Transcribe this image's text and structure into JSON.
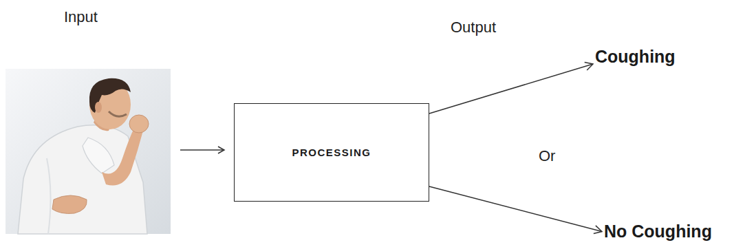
{
  "diagram": {
    "nodes": [
      {
        "text": [
          "PROCESSING"
        ]
      },
      {
        "text": [
          "Coughing"
        ]
      },
      {
        "text": [
          "No Coughing"
        ]
      }
    ],
    "edges": [
      {
        "from": 0,
        "to": 1,
        "arrow": "to"
      },
      {
        "from": 0,
        "to": 2,
        "arrow": "to"
      }
    ],
    "labels": [
      "Input",
      "Output",
      "Or"
    ]
  }
}
